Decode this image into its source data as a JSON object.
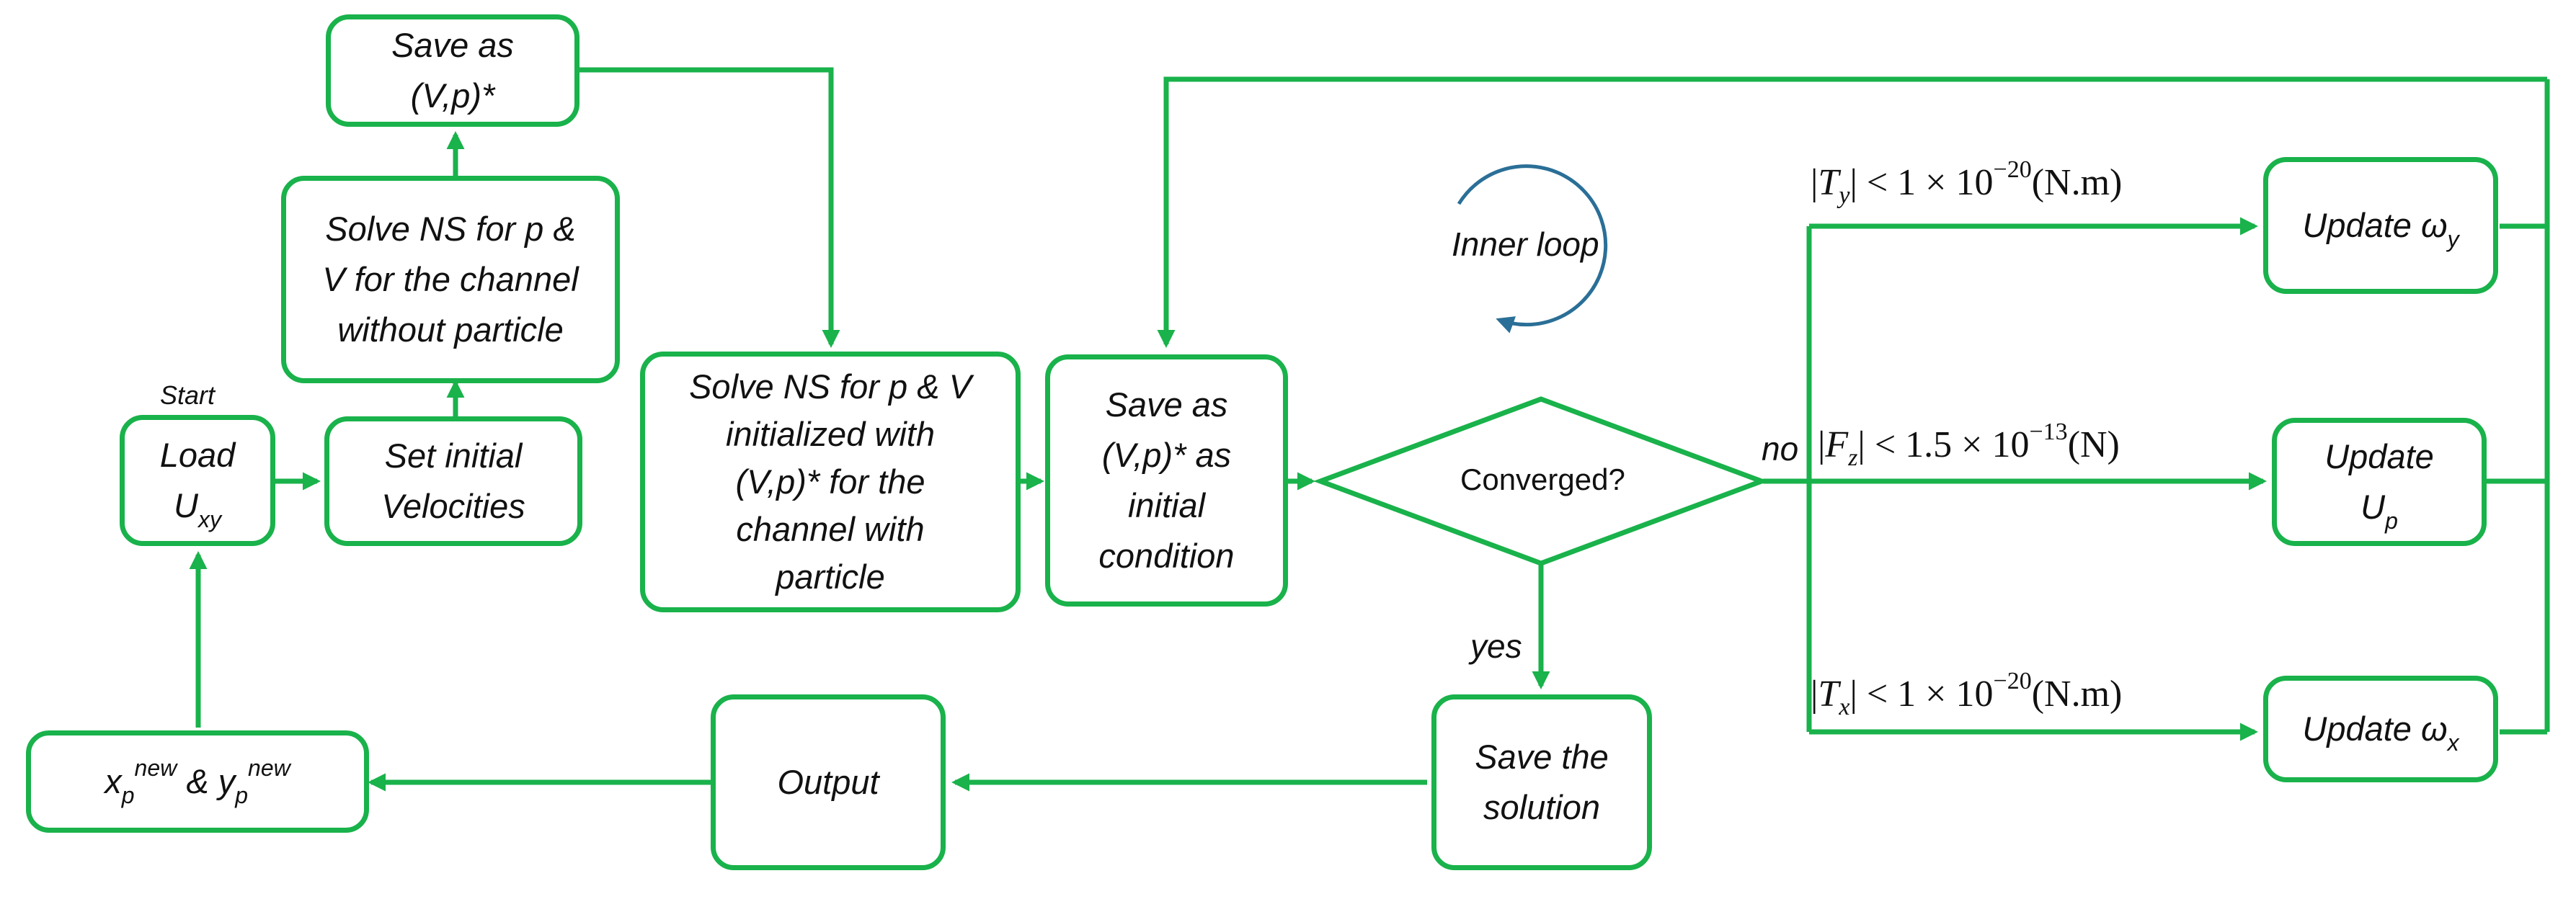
{
  "nodes": {
    "load": {
      "line1": "Load",
      "base": "U",
      "sub": "xy"
    },
    "set_initial": {
      "lines": [
        "Set initial",
        "Velocities"
      ]
    },
    "solve_no_particle": {
      "lines": [
        "Solve NS for p &",
        "V for the channel",
        "without particle"
      ]
    },
    "save_star": {
      "lines": [
        "Save as",
        "(V,p)*"
      ]
    },
    "solve_particle": {
      "lines": [
        "Solve NS for p & V",
        "initialized with",
        "(V,p)* for the",
        "channel with",
        "particle"
      ]
    },
    "save_initial": {
      "lines": [
        "Save as",
        "(V,p)* as",
        "initial",
        "condition"
      ]
    },
    "converged": {
      "text": "Converged?"
    },
    "save_solution": {
      "lines": [
        "Save the",
        "solution"
      ]
    },
    "output": {
      "text": "Output"
    },
    "new_pos": {
      "x": "x",
      "p": "p",
      "new": "new",
      "amp": "&",
      "y": "y"
    },
    "update_wy": {
      "text": "Update ω",
      "sub": "y"
    },
    "update_up": {
      "line1": "Update",
      "base": "U",
      "sub": "p"
    },
    "update_wx": {
      "text": "Update ω",
      "sub": "x"
    }
  },
  "labels": {
    "start": "Start",
    "inner_loop": "Inner loop",
    "no": "no",
    "yes": "yes"
  },
  "conditions": {
    "ty": {
      "var": "T",
      "sub": "y",
      "op": "< 1 × 10",
      "exp": "−20",
      "unit": "(N.m)"
    },
    "fz": {
      "var": "F",
      "sub": "z",
      "op": "< 1.5 × 10",
      "exp": "−13",
      "unit": "(N)"
    },
    "tx": {
      "var": "T",
      "sub": "x",
      "op": "< 1 × 10",
      "exp": "−20",
      "unit": "(N.m)"
    }
  },
  "colors": {
    "edge": "#19b24b",
    "loop_arrow": "#2a6f97"
  }
}
